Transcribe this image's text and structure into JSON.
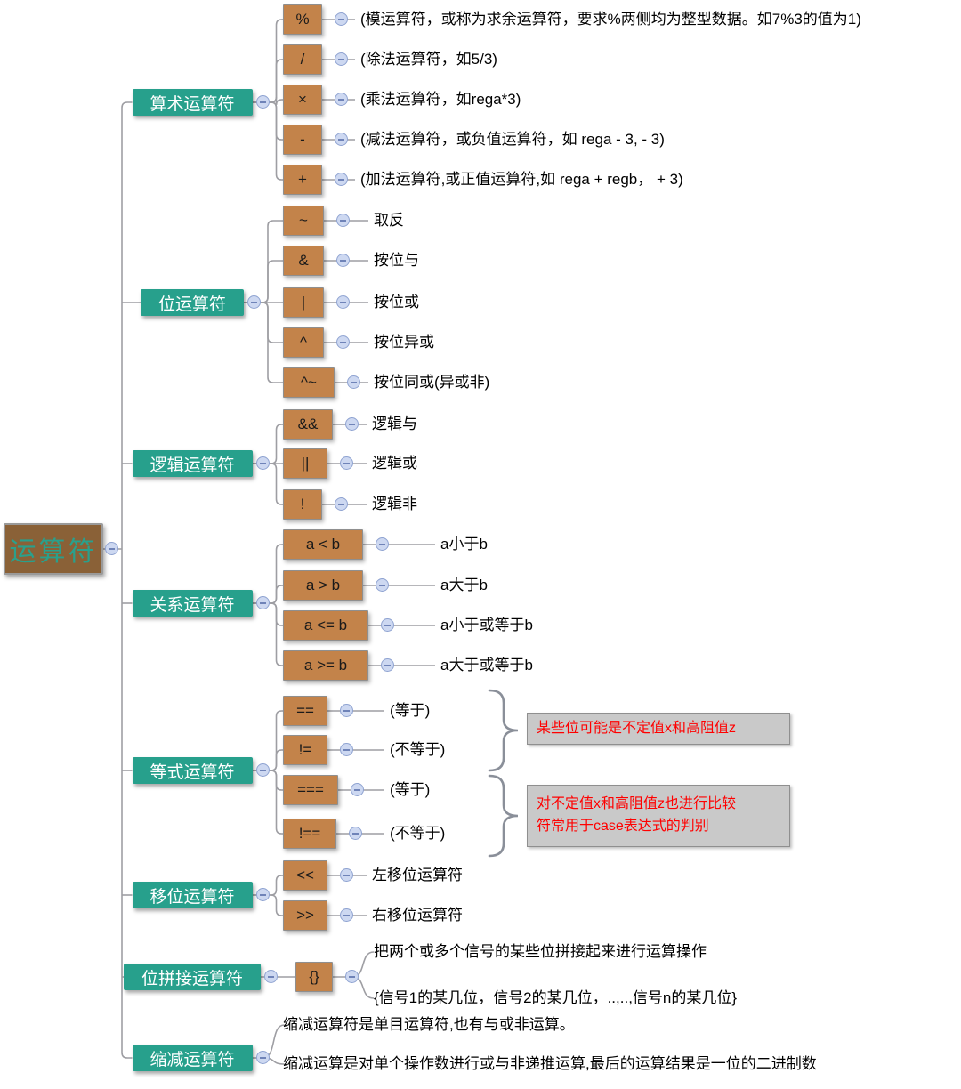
{
  "colors": {
    "page_bg": "#FFFFFF",
    "root_bg": "#8A6137",
    "root_text": "#2AA08C",
    "branch_bg": "#27A08C",
    "branch_text": "#FFFFFF",
    "op_bg": "#C3834A",
    "op_border": "#8F8F8F",
    "op_text": "#1A1A1A",
    "desc_text": "#000000",
    "wire": "#9E9EA3",
    "circle_bg": "#CDD8F1",
    "circle_border": "#8FA3D1",
    "circle_glyph": "#6F83B8",
    "note_bg": "#C9C9C9",
    "note_border": "#8F8F8F",
    "note_text": "#FF0000",
    "brace": "#8A8F99"
  },
  "root": {
    "label": "运算符"
  },
  "branches": [
    {
      "key": "arithmetic",
      "label": "算术运算符",
      "children": [
        {
          "op": "%",
          "desc": "(模运算符，或称为求余运算符，要求%两侧均为整型数据。如7%3的值为1)"
        },
        {
          "op": "/",
          "desc": "(除法运算符，如5/3)"
        },
        {
          "op": "×",
          "desc": "(乘法运算符，如rega*3)"
        },
        {
          "op": "-",
          "desc": "(减法运算符，或负值运算符，如 rega - 3, - 3)"
        },
        {
          "op": "+",
          "desc": "(加法运算符,或正值运算符,如 rega + regb， + 3)"
        }
      ]
    },
    {
      "key": "bitwise",
      "label": "位运算符",
      "children": [
        {
          "op": "~",
          "desc": "取反"
        },
        {
          "op": "&",
          "desc": "按位与"
        },
        {
          "op": "|",
          "desc": "按位或"
        },
        {
          "op": "^",
          "desc": "按位异或"
        },
        {
          "op": "^~",
          "desc": "按位同或(异或非)"
        }
      ]
    },
    {
      "key": "logical",
      "label": "逻辑运算符",
      "children": [
        {
          "op": "&&",
          "desc": "逻辑与"
        },
        {
          "op": "||",
          "desc": "逻辑或"
        },
        {
          "op": "!",
          "desc": "逻辑非"
        }
      ]
    },
    {
      "key": "relational",
      "label": "关系运算符",
      "children": [
        {
          "op": "a < b",
          "desc": "a小于b"
        },
        {
          "op": "a > b",
          "desc": "a大于b"
        },
        {
          "op": "a <= b",
          "desc": "a小于或等于b"
        },
        {
          "op": "a >= b",
          "desc": "a大于或等于b"
        }
      ]
    },
    {
      "key": "equality",
      "label": "等式运算符",
      "children": [
        {
          "op": "==",
          "desc": "(等于)"
        },
        {
          "op": "!=",
          "desc": "(不等于)"
        },
        {
          "op": "===",
          "desc": "(等于)"
        },
        {
          "op": "!==",
          "desc": "(不等于)"
        }
      ],
      "annotations": [
        {
          "text": "某些位可能是不定值x和高阻值z"
        },
        {
          "text": "对不定值x和高阻值z也进行比较\n符常用于case表达式的判别"
        }
      ]
    },
    {
      "key": "shift",
      "label": "移位运算符",
      "children": [
        {
          "op": "<<",
          "desc": "左移位运算符"
        },
        {
          "op": ">>",
          "desc": "右移位运算符"
        }
      ]
    },
    {
      "key": "concatenation",
      "label": "位拼接运算符",
      "children": [
        {
          "op": "{}",
          "descs": [
            "把两个或多个信号的某些位拼接起来进行运算操作",
            "{信号1的某几位，信号2的某几位，..,..,信号n的某几位}"
          ]
        }
      ]
    },
    {
      "key": "reduction",
      "label": "缩减运算符",
      "descs": [
        "缩减运算符是单目运算符,也有与或非运算。",
        "缩减运算是对单个操作数进行或与非递推运算,最后的运算结果是一位的二进制数"
      ]
    }
  ]
}
